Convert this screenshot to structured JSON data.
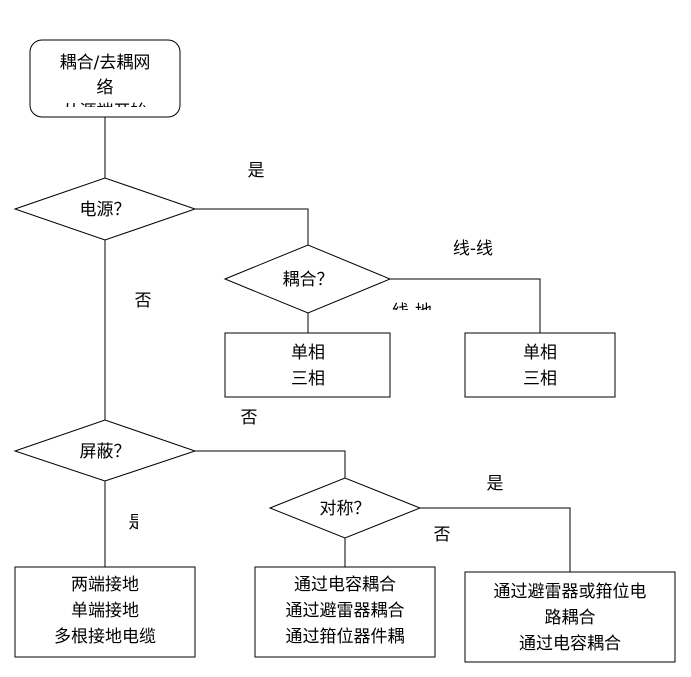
{
  "diagram": {
    "start_label_line1": "耦合/去耦网",
    "start_label_line2": "络",
    "start_label_clipped": "从源端开始",
    "q_power": "电源？",
    "q_power_yes": "是",
    "q_power_no": "否",
    "q_coupling": "耦合？",
    "q_coupling_ll": "线-线",
    "q_coupling_lg_clipped": "线-地",
    "box_single_three_a": [
      "单相",
      "三相"
    ],
    "box_single_three_b": [
      "单相",
      "三相"
    ],
    "q_coupling_no": "否",
    "q_shield": "屏蔽？",
    "q_shield_yes_clipped": "是",
    "q_symmetric": "对称？",
    "q_symmetric_yes": "是",
    "q_symmetric_no": "否",
    "box_shield": [
      "两端接地",
      "单端接地",
      "多根接地电缆"
    ],
    "box_symmetric_no": [
      "通过电容耦合",
      "通过避雷器耦合",
      "通过箝位器件耦"
    ],
    "box_symmetric_yes": [
      "通过避雷器或箝位电",
      "路耦合",
      "通过电容耦合"
    ]
  }
}
